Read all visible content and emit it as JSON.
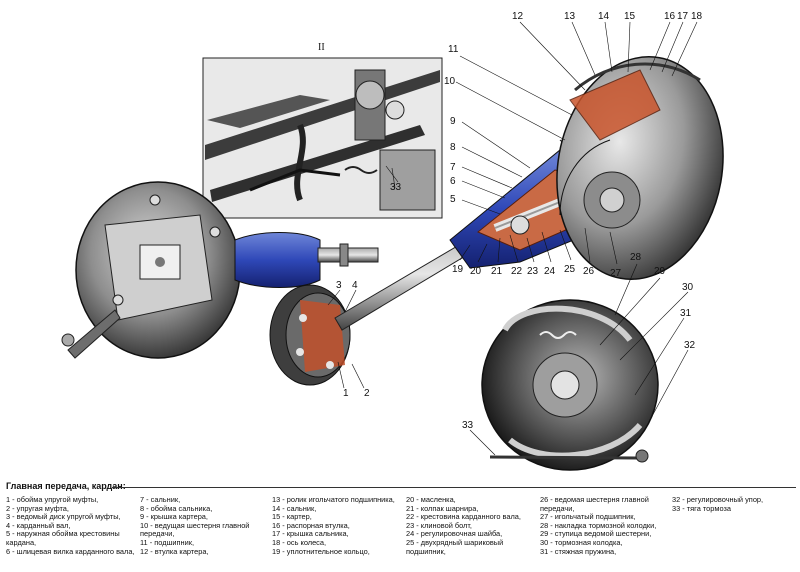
{
  "inset_label": "II",
  "caption": {
    "title": "Главная передача, кардан:"
  },
  "callouts": [
    "1",
    "2",
    "3",
    "4",
    "5",
    "6",
    "7",
    "8",
    "9",
    "10",
    "11",
    "12",
    "13",
    "14",
    "15",
    "16",
    "17",
    "18",
    "19",
    "20",
    "21",
    "22",
    "23",
    "24",
    "25",
    "26",
    "27",
    "28",
    "29",
    "30",
    "31",
    "32",
    "33"
  ],
  "legend": [
    [
      "1 - обойма упругой муфты,",
      "2 - упругая муфта,",
      "3 - ведомый диск упругой муфты,",
      "4 - карданный вал,",
      "5 - наружная обойма крестовины",
      "кардана,",
      "6 - шлицевая вилка карданного вала,"
    ],
    [
      "7 - сальник,",
      "8 - обойма сальника,",
      "9 - крышка картера,",
      "10 - ведущая шестерня главной",
      "передачи,",
      "11 - подшипник,",
      "12 - втулка картера,"
    ],
    [
      "13 - ролик игольчатого подшипника,",
      "14 - сальник,",
      "15 - картер,",
      "16 - распорная втулка,",
      "17 - крышка сальника,",
      "18 - ось колеса,",
      "19 - уплотнительное кольцо,"
    ],
    [
      "20 - масленка,",
      "21 - колпак шарнира,",
      "22 - крестовина карданного вала,",
      "23 - клиновой болт,",
      "24 - регулировочная шайба,",
      "25 - двухрядный шариковый",
      "подшипник,"
    ],
    [
      "26 - ведомая шестерня главной",
      "передачи,",
      "27 - игольчатый подшипник,",
      "28 - накладка тормозной колодки,",
      "29 - ступица ведомой шестерни,",
      "30 - тормозная колодка,",
      "31 - стяжная пружина,"
    ],
    [
      "32 - регулировочный упор,",
      "33 - тяга тормоза"
    ]
  ]
}
